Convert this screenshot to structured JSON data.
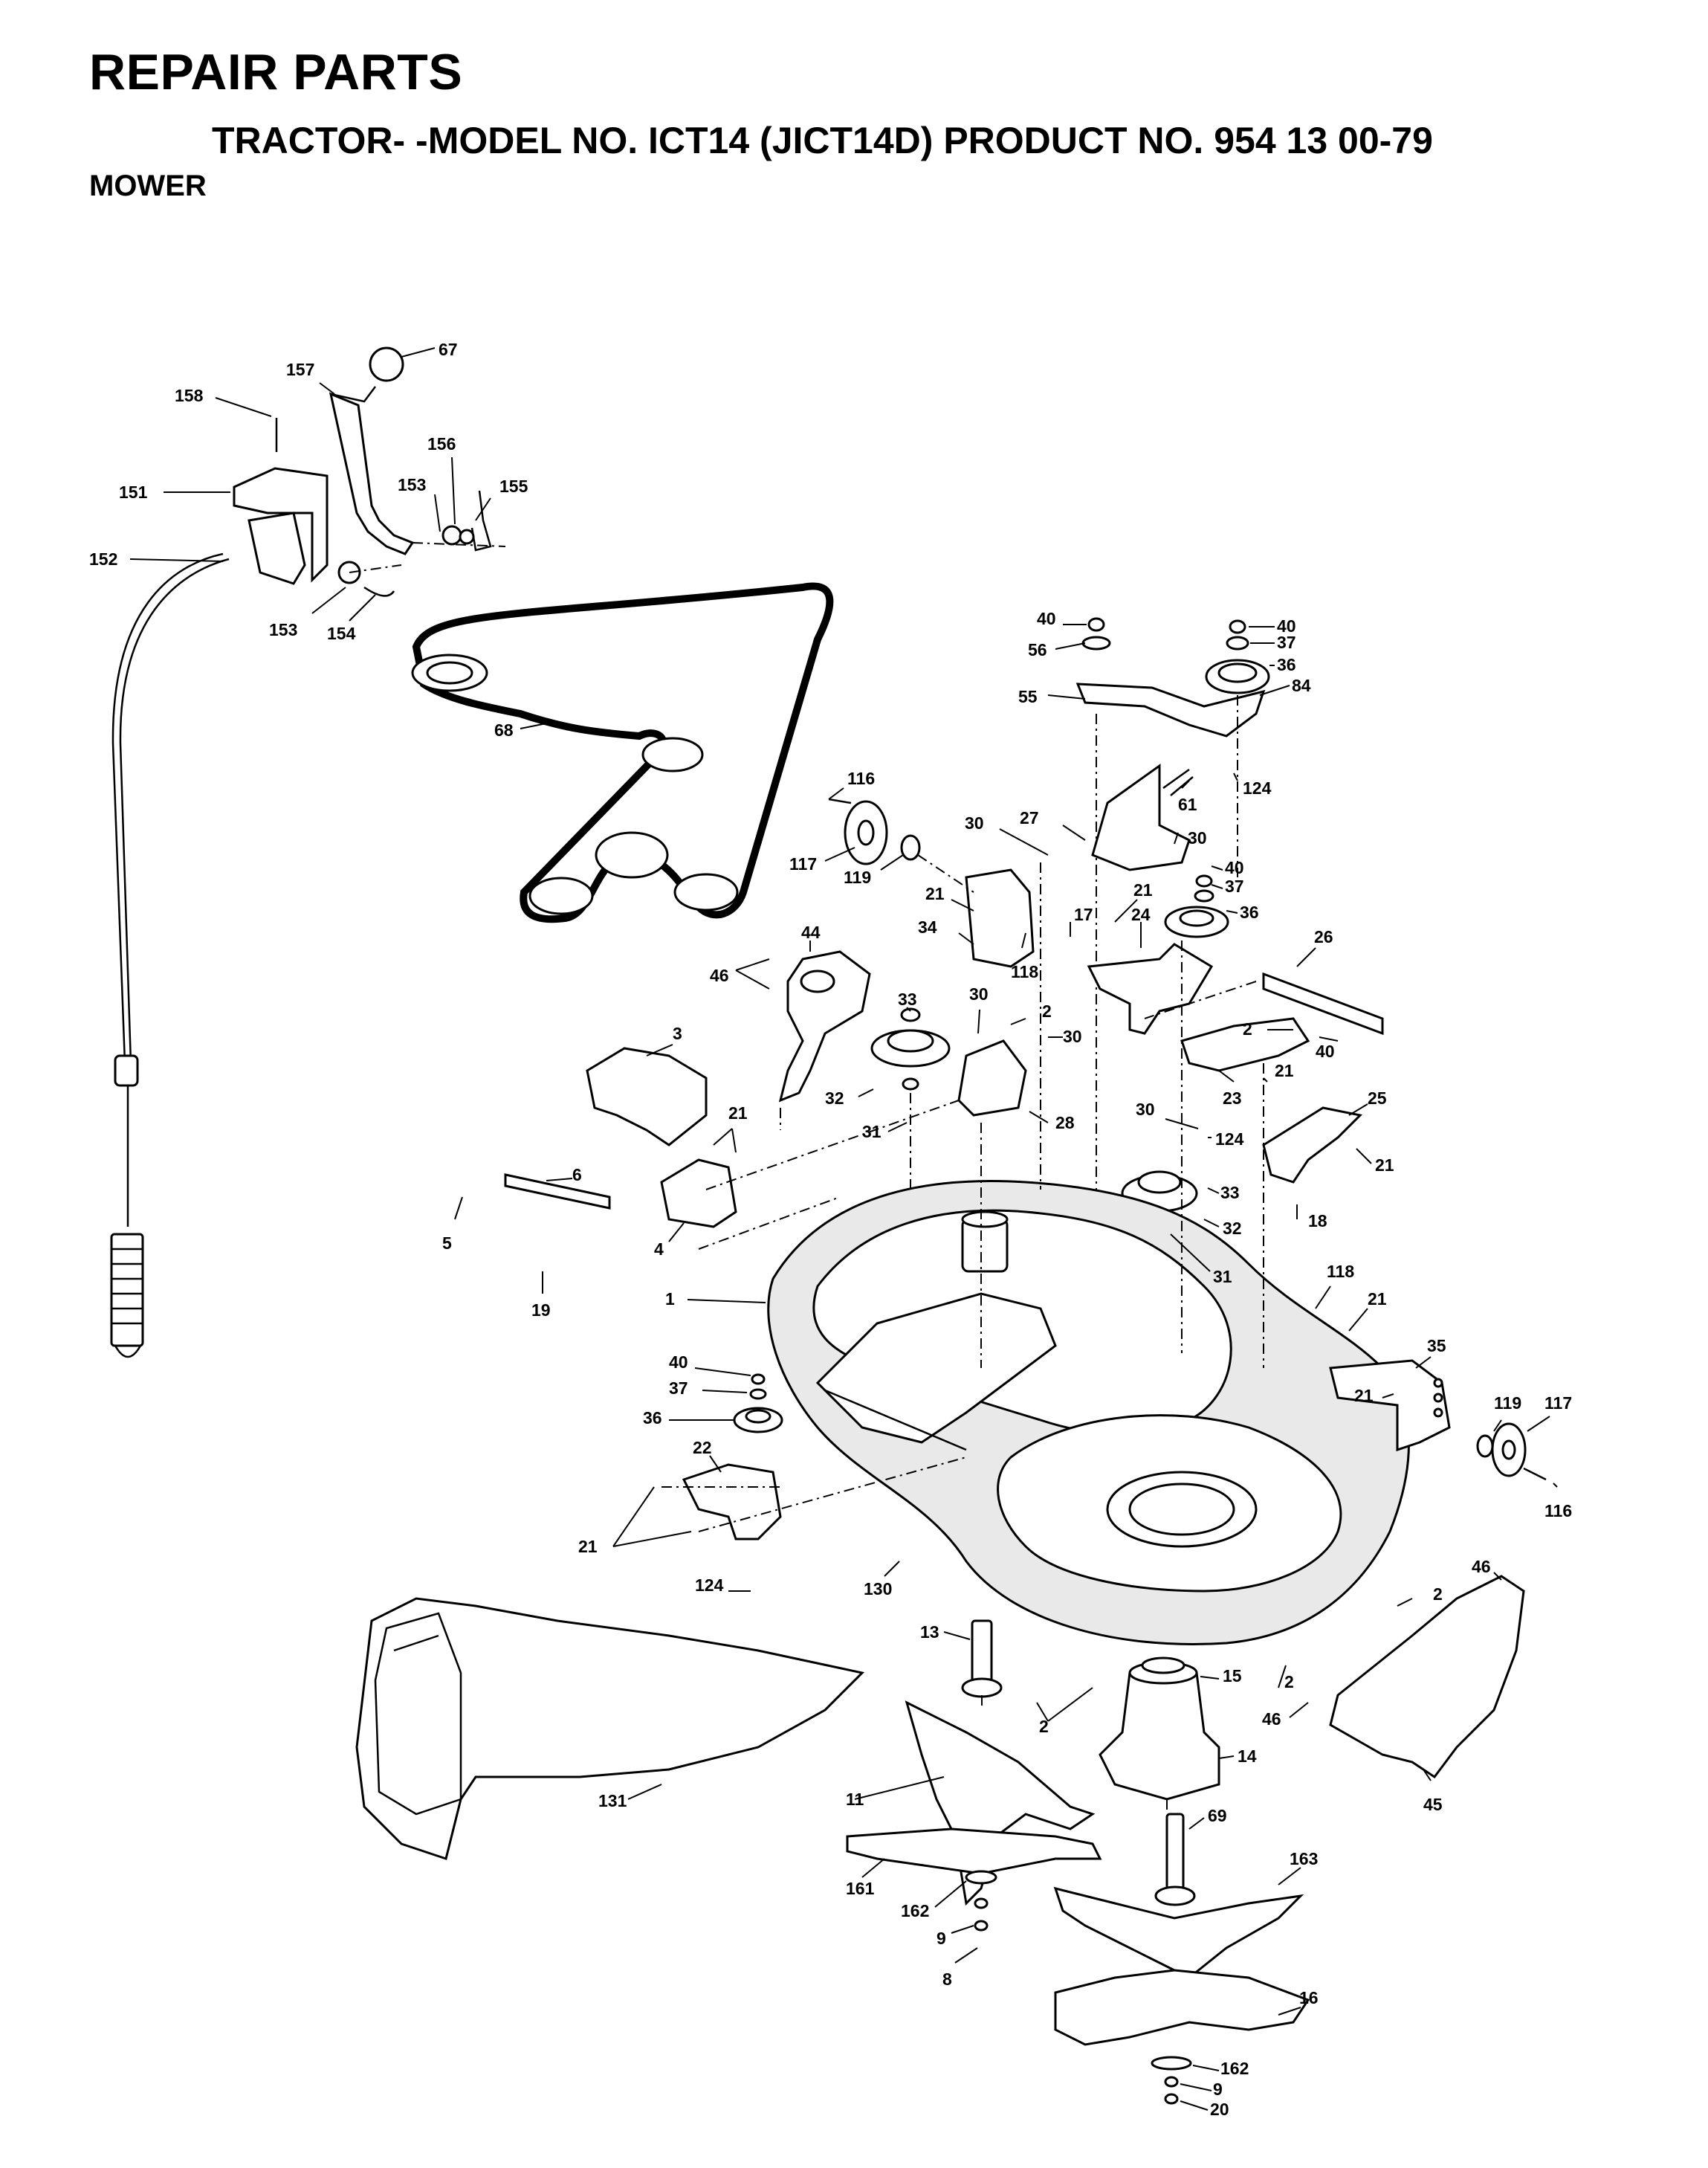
{
  "header": {
    "title": "REPAIR PARTS",
    "subtitle": "TRACTOR- -MODEL NO. ICT14 (JICT14D) PRODUCT NO. 954 13 00-79",
    "section": "MOWER"
  },
  "callouts": [
    "67",
    "157",
    "158",
    "156",
    "151",
    "153",
    "155",
    "152",
    "153",
    "154",
    "68",
    "40",
    "56",
    "40",
    "37",
    "36",
    "84",
    "55",
    "124",
    "116",
    "61",
    "30",
    "27",
    "30",
    "117",
    "119",
    "40",
    "37",
    "21",
    "17",
    "36",
    "21",
    "34",
    "118",
    "24",
    "26",
    "44",
    "46",
    "33",
    "2",
    "30",
    "30",
    "2",
    "3",
    "32",
    "21",
    "40",
    "28",
    "31",
    "23",
    "21",
    "25",
    "30",
    "124",
    "21",
    "6",
    "5",
    "4",
    "33",
    "32",
    "18",
    "31",
    "19",
    "118",
    "1",
    "21",
    "35",
    "40",
    "37",
    "21",
    "119",
    "117",
    "36",
    "22",
    "116",
    "21",
    "46",
    "124",
    "130",
    "2",
    "13",
    "15",
    "2",
    "2",
    "46",
    "14",
    "45",
    "131",
    "11",
    "69",
    "163",
    "161",
    "162",
    "9",
    "16",
    "8",
    "162",
    "9",
    "20"
  ]
}
